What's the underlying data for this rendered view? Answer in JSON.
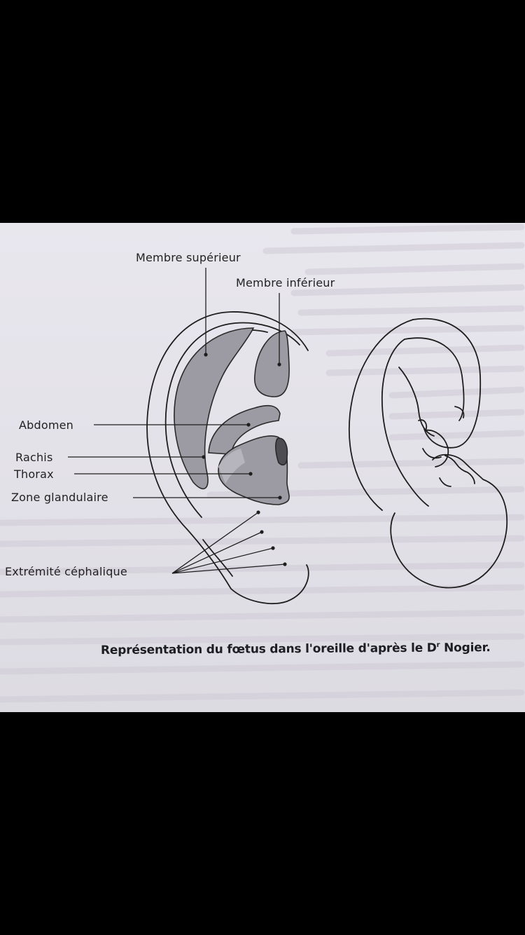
{
  "diagram": {
    "labels": {
      "membre_superieur": "Membre supérieur",
      "membre_inferieur": "Membre inférieur",
      "abdomen": "Abdomen",
      "rachis": "Rachis",
      "thorax": "Thorax",
      "zone_glandulaire": "Zone glandulaire",
      "extremite_cephalique": "Extrémité céphalique"
    },
    "caption": {
      "text": "Représentation du fœtus dans l'oreille d'après le D",
      "superscript": "r",
      "suffix": " Nogier."
    }
  },
  "colors": {
    "background": "#000000",
    "page": "#e6e4eb",
    "zone_fill": "#9a98a0",
    "zone_fill_light": "#b3b1b8",
    "zone_dark": "#4a4950",
    "ink": "#222222"
  }
}
